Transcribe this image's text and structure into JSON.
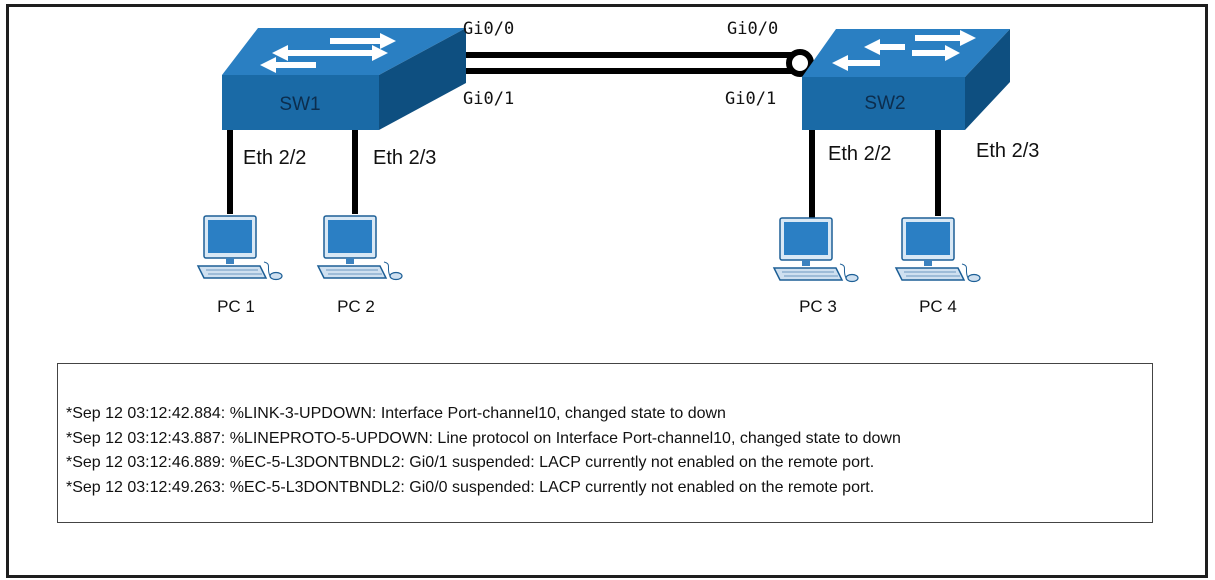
{
  "switches": [
    {
      "id": "sw1",
      "name": "SW1"
    },
    {
      "id": "sw2",
      "name": "SW2"
    }
  ],
  "trunk": {
    "sw1_top_port": "Gi0/0",
    "sw1_bottom_port": "Gi0/1",
    "sw2_top_port": "Gi0/0",
    "sw2_bottom_port": "Gi0/1"
  },
  "access_ports": {
    "sw1_left": "Eth 2/2",
    "sw1_right": "Eth 2/3",
    "sw2_left": "Eth 2/2",
    "sw2_right": "Eth 2/3"
  },
  "pcs": [
    "PC 1",
    "PC 2",
    "PC 3",
    "PC 4"
  ],
  "colors": {
    "switch_top": "#2a7fc2",
    "switch_front": "#1a6aa6",
    "switch_side": "#0e4f80",
    "pc_screen": "#2b7fc4",
    "frame": "#1e1e1e"
  },
  "log": [
    "*Sep 12 03:12:42.884: %LINK-3-UPDOWN: Interface Port-channel10, changed state to down",
    "*Sep 12 03:12:43.887: %LINEPROTO-5-UPDOWN: Line protocol on Interface Port-channel10, changed state to down",
    "*Sep 12 03:12:46.889: %EC-5-L3DONTBNDL2: Gi0/1 suspended: LACP currently not enabled on the remote port.",
    "*Sep 12 03:12:49.263: %EC-5-L3DONTBNDL2: Gi0/0 suspended: LACP currently not enabled on the remote port."
  ]
}
